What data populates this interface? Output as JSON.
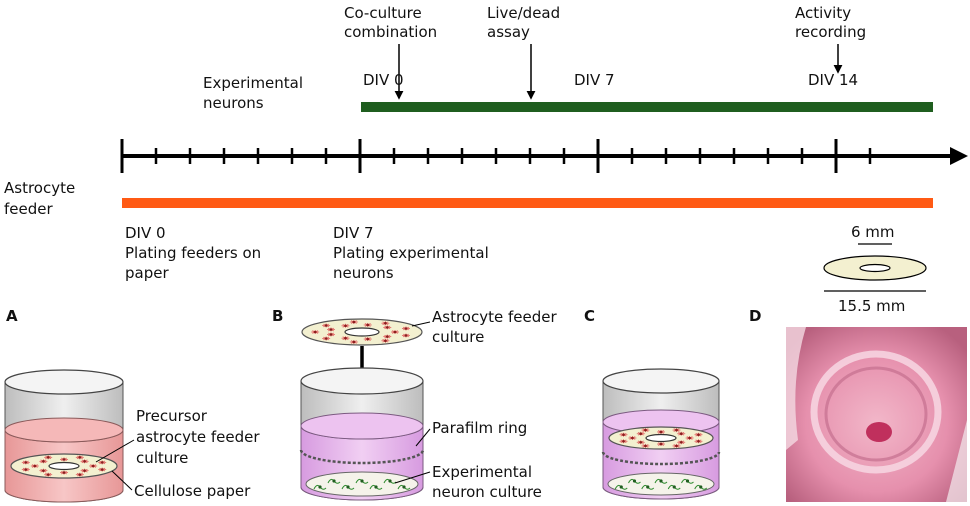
{
  "timeline": {
    "events": [
      {
        "line1": "Co-culture",
        "line2": "combination"
      },
      {
        "line1": "Live/dead",
        "line2": "assay"
      },
      {
        "line1": "Activity",
        "line2": "recording"
      }
    ],
    "experimental": {
      "line1": "Experimental",
      "line2": "neurons",
      "color": "#1f5e1f"
    },
    "astrocyte": {
      "line1": "Astrocyte",
      "line2": "feeder",
      "color": "#ff5a14"
    },
    "upper_div": [
      "DIV 0",
      "DIV 7",
      "DIV 14"
    ],
    "lower": [
      {
        "div": "DIV 0",
        "line1": "Plating feeders on",
        "line2": "paper"
      },
      {
        "div": "DIV 7",
        "line1": "Plating experimental",
        "line2": "neurons"
      }
    ]
  },
  "ring_dims": {
    "inner": "6 mm",
    "outer": "15.5 mm"
  },
  "panels": {
    "A": {
      "letter": "A",
      "labels": [
        "Precursor",
        "astrocyte feeder",
        "culture",
        "Cellulose paper"
      ]
    },
    "B": {
      "letter": "B",
      "labels": [
        "Astrocyte feeder",
        "culture",
        "Parafilm ring",
        "Experimental",
        "neuron culture"
      ]
    },
    "C": {
      "letter": "C"
    },
    "D": {
      "letter": "D"
    }
  },
  "colors": {
    "axis": "#000000",
    "wellA": "#f2a9a9",
    "wellBC": "#e6b3e8",
    "paper": "#f3f0d0",
    "photo": "#e8a7be"
  }
}
